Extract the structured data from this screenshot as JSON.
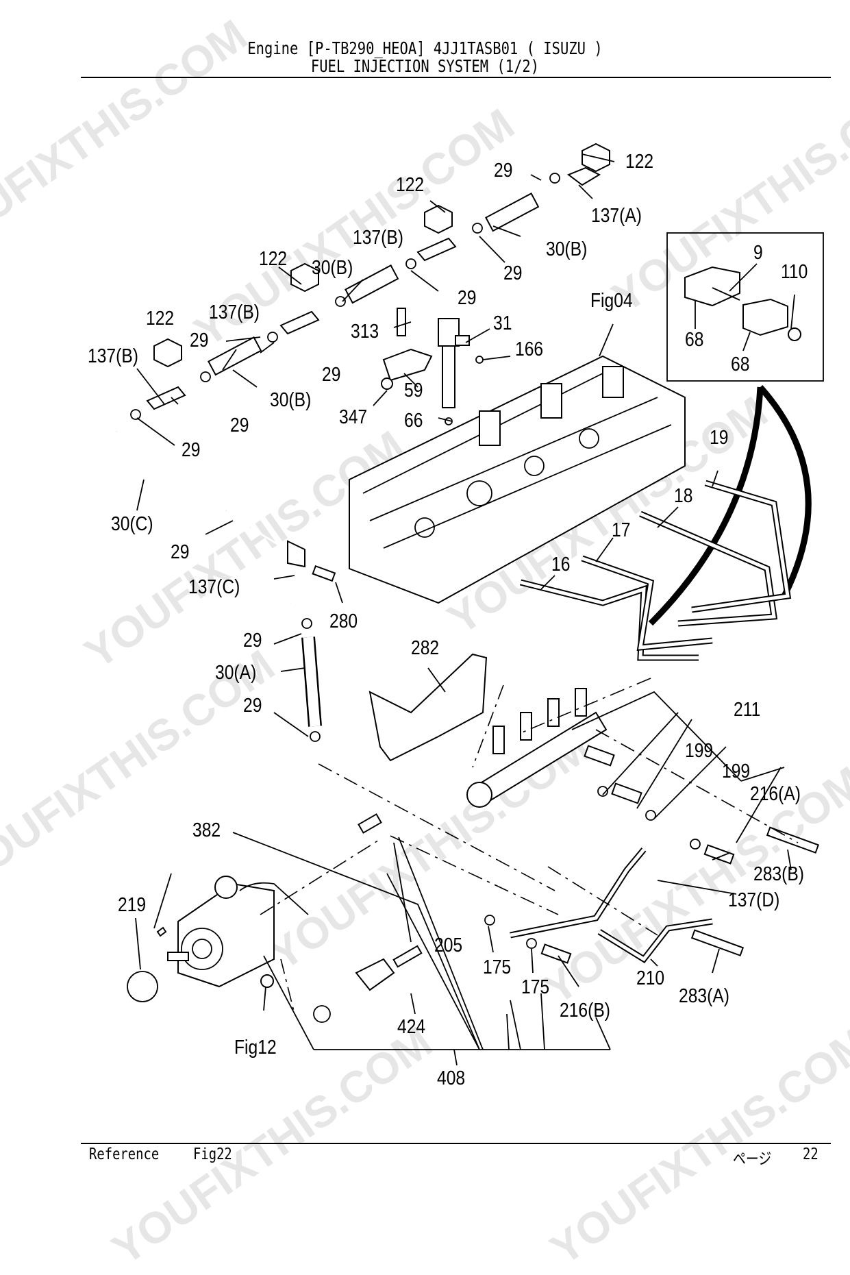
{
  "header": {
    "line1": "Engine [P-TB290_HEOA]  4JJ1TASB01 ( ISUZU )",
    "line2": "FUEL INJECTION SYSTEM (1/2)"
  },
  "footer": {
    "reference_label": "Reference",
    "figure_ref": "Fig22",
    "page_label": "ページ",
    "page_number": "22"
  },
  "watermark": "YOUFIXTHIS.COM",
  "figure_refs": [
    "Fig04",
    "Fig12"
  ],
  "callouts": [
    {
      "id": "c122a",
      "label": "122"
    },
    {
      "id": "c29a",
      "label": "29"
    },
    {
      "id": "c137A",
      "label": "137(A)"
    },
    {
      "id": "c122b",
      "label": "122"
    },
    {
      "id": "c137Ba",
      "label": "137(B)"
    },
    {
      "id": "c30Ba",
      "label": "30(B)"
    },
    {
      "id": "c29b",
      "label": "29"
    },
    {
      "id": "c122c",
      "label": "122"
    },
    {
      "id": "c30Bb",
      "label": "30(B)"
    },
    {
      "id": "c29c",
      "label": "29"
    },
    {
      "id": "c122d",
      "label": "122"
    },
    {
      "id": "c137Bb",
      "label": "137(B)"
    },
    {
      "id": "c29d",
      "label": "29"
    },
    {
      "id": "c29e",
      "label": "29"
    },
    {
      "id": "c313",
      "label": "313"
    },
    {
      "id": "c31",
      "label": "31"
    },
    {
      "id": "c166",
      "label": "166"
    },
    {
      "id": "c137Bc",
      "label": "137(B)"
    },
    {
      "id": "c30Bc",
      "label": "30(B)"
    },
    {
      "id": "c59",
      "label": "59"
    },
    {
      "id": "c347",
      "label": "347"
    },
    {
      "id": "c66",
      "label": "66"
    },
    {
      "id": "c29f",
      "label": "29"
    },
    {
      "id": "c29g",
      "label": "29"
    },
    {
      "id": "c30C",
      "label": "30(C)"
    },
    {
      "id": "c29h",
      "label": "29"
    },
    {
      "id": "c137C",
      "label": "137(C)"
    },
    {
      "id": "c280",
      "label": "280"
    },
    {
      "id": "c29i",
      "label": "29"
    },
    {
      "id": "c30A",
      "label": "30(A)"
    },
    {
      "id": "c29j",
      "label": "29"
    },
    {
      "id": "cFig04",
      "label": "Fig04"
    },
    {
      "id": "c9",
      "label": "9"
    },
    {
      "id": "c110",
      "label": "110"
    },
    {
      "id": "c68a",
      "label": "68"
    },
    {
      "id": "c68b",
      "label": "68"
    },
    {
      "id": "c19",
      "label": "19"
    },
    {
      "id": "c18",
      "label": "18"
    },
    {
      "id": "c17",
      "label": "17"
    },
    {
      "id": "c16",
      "label": "16"
    },
    {
      "id": "c282",
      "label": "282"
    },
    {
      "id": "c211",
      "label": "211"
    },
    {
      "id": "c199a",
      "label": "199"
    },
    {
      "id": "c199b",
      "label": "199"
    },
    {
      "id": "c216A",
      "label": "216(A)"
    },
    {
      "id": "c283B",
      "label": "283(B)"
    },
    {
      "id": "c137D",
      "label": "137(D)"
    },
    {
      "id": "c382",
      "label": "382"
    },
    {
      "id": "c219",
      "label": "219"
    },
    {
      "id": "c205",
      "label": "205"
    },
    {
      "id": "c175a",
      "label": "175"
    },
    {
      "id": "c175b",
      "label": "175"
    },
    {
      "id": "c216B",
      "label": "216(B)"
    },
    {
      "id": "c210",
      "label": "210"
    },
    {
      "id": "c283A",
      "label": "283(A)"
    },
    {
      "id": "c424",
      "label": "424"
    },
    {
      "id": "cFig12",
      "label": "Fig12"
    },
    {
      "id": "c408",
      "label": "408"
    }
  ]
}
